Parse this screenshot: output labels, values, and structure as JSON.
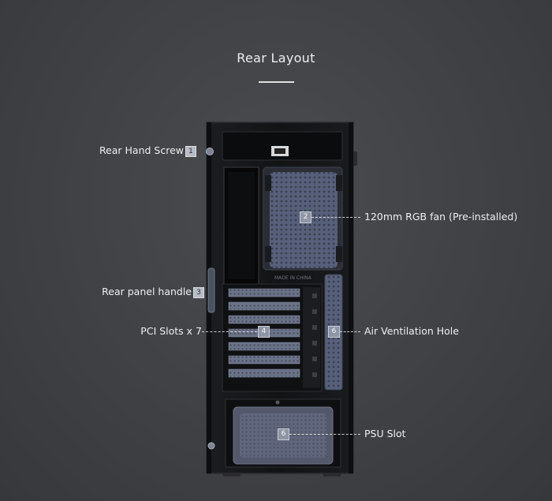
{
  "page": {
    "title": "Rear Layout"
  },
  "callouts": [
    {
      "number": "1",
      "label": "Rear Hand Screw"
    },
    {
      "number": "2",
      "label": "120mm RGB fan (Pre-installed)"
    },
    {
      "number": "3",
      "label": "Rear panel handle"
    },
    {
      "number": "4",
      "label": "PCI Slots x 7"
    },
    {
      "number": "6",
      "label": "Air Ventilation Hole"
    },
    {
      "number": "6",
      "label": "PSU Slot"
    }
  ],
  "case_marking": "MADE IN CHINA",
  "colors": {
    "background": "#3e4044",
    "case_body": "#151618",
    "mesh": "#5a6275",
    "text": "#efefef"
  }
}
